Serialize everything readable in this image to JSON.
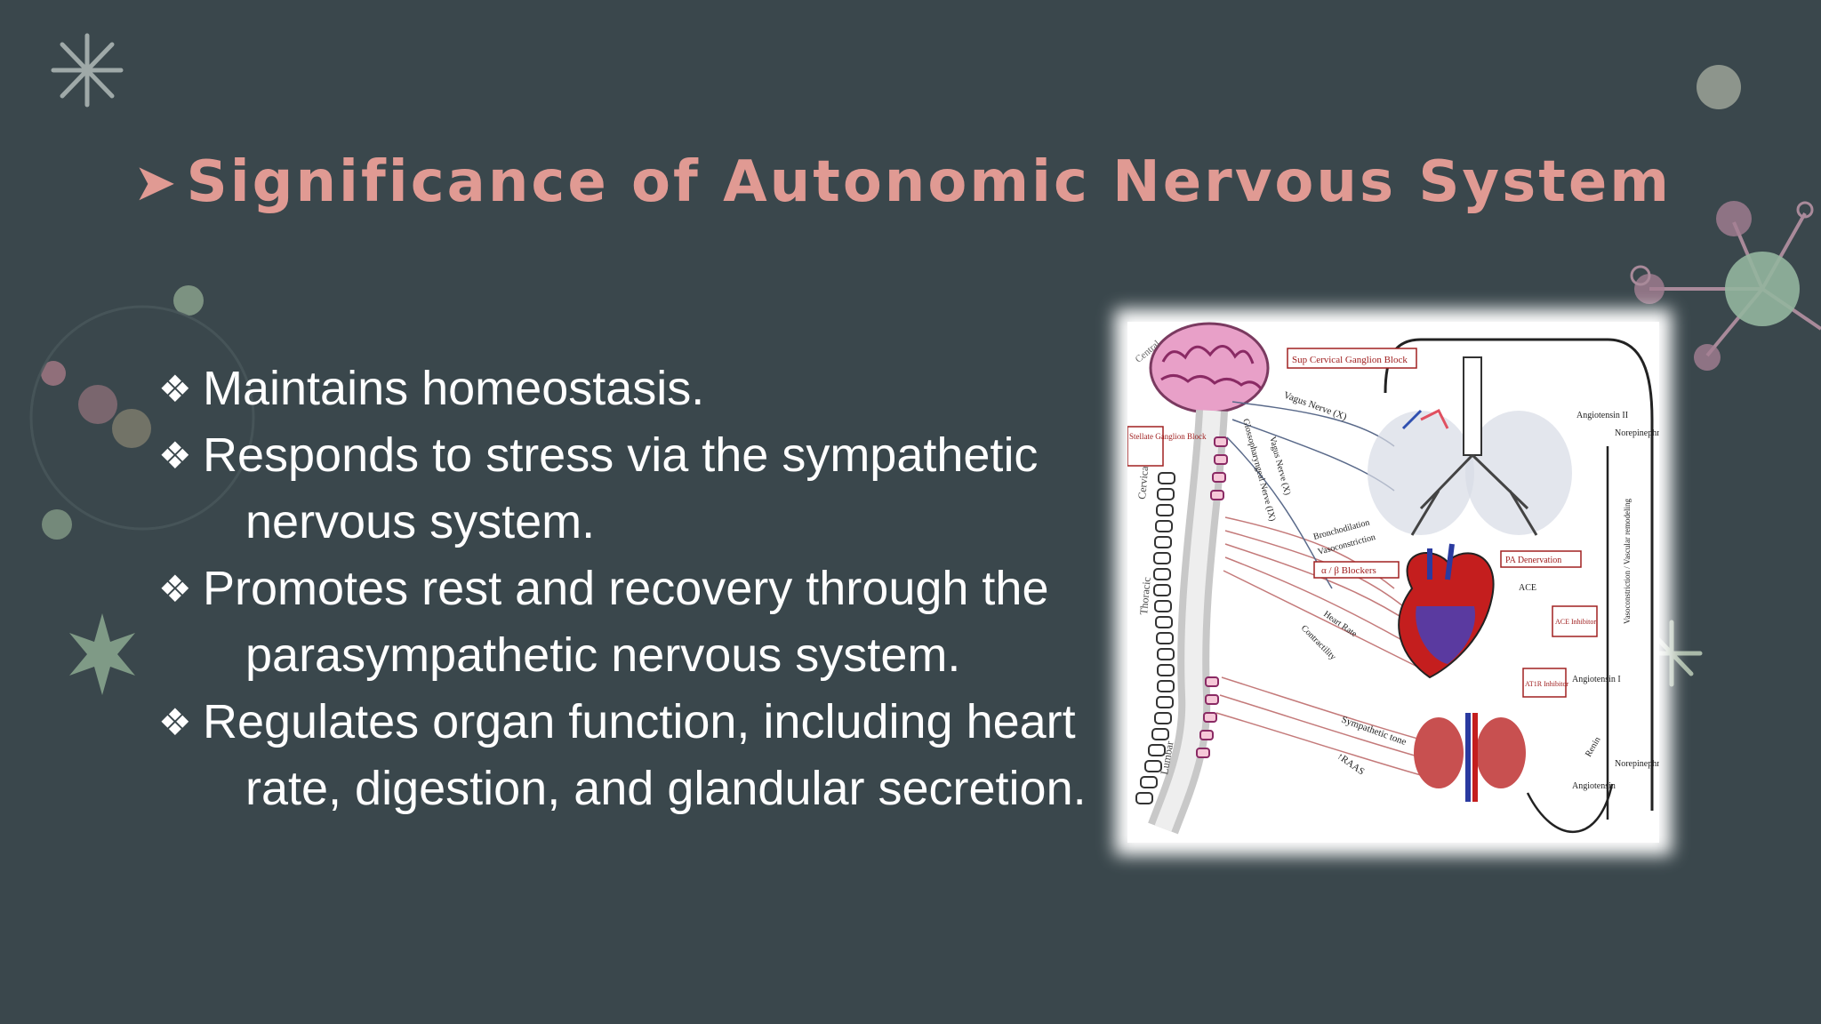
{
  "slide": {
    "title": "Significance of Autonomic Nervous System",
    "title_marker": "➤",
    "bullet_marker": "❖",
    "bullets": [
      {
        "line1": "Maintains homeostasis.",
        "line2": ""
      },
      {
        "line1": "Responds to stress via the sympathetic",
        "line2": "nervous system."
      },
      {
        "line1": "Promotes rest and recovery through the",
        "line2": "parasympathetic nervous system."
      },
      {
        "line1": "Regulates organ function, including heart",
        "line2": "rate, digestion, and glandular secretion."
      }
    ]
  },
  "diagram": {
    "labels": {
      "central": "Central",
      "sup_cervical": "Sup Cervical Ganglion Block",
      "vagus_x": "Vagus Nerve (X)",
      "glosso": "Glossopharyngeal Nerve (IX)",
      "vagus2": "Vagus Nerve (X)",
      "stellate": "Stellate Ganglion Block",
      "cervical": "Cervical",
      "thoracic": "Thoracic",
      "lumbar": "Lumbar",
      "bronchodil": "Bronchodilation",
      "vasocon": "Vasoconstriction",
      "blockers": "α / β Blockers",
      "heart_rate": "Heart Rate",
      "contractility": "Contractility",
      "pa_denerv": "PA Denervation",
      "ace": "ACE",
      "ace_inhib": "ACE Inhibitor",
      "at1r": "AT1R Inhibitor",
      "ang2": "Angiotensin II",
      "norepi": "Norepinephrine",
      "vaso_remod": "Vasoconstriction / Vascular remodeling",
      "ang1": "Angiotensin I",
      "renin": "Renin",
      "norepi2": "Norepinephrine",
      "angiotensin": "Angiotensin",
      "symp_tone": "Sympathetic tone",
      "raas": "↑RAAS"
    }
  },
  "colors": {
    "background": "#3a474c",
    "title": "#e09a93",
    "text": "#ffffff",
    "deco_green": "#9bb59a",
    "deco_pink": "#c98b9a"
  }
}
